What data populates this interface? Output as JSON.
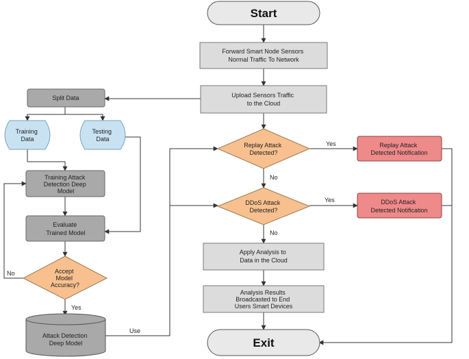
{
  "nodes": {
    "start": "Start",
    "forward": [
      "Forward Smart Node Sensors",
      "Normal Traffic To Network"
    ],
    "upload": [
      "Upload Sensors Traffic",
      "to the Cloud"
    ],
    "replay": [
      "Replay Attack",
      "Detected?"
    ],
    "replay_notify": [
      "Replay Attack",
      "Detected Notification"
    ],
    "ddos": [
      "DDoS Attack",
      "Detected?"
    ],
    "ddos_notify": [
      "DDoS Attack",
      "Detected Notification"
    ],
    "apply": [
      "Apply Analysis to",
      "Data in the Cloud"
    ],
    "results": [
      "Analysis Results",
      "Broadcasted to End",
      "Users Smart Devices"
    ],
    "exit": "Exit",
    "split": "Split Data",
    "training_data": [
      "Training",
      "Data"
    ],
    "testing_data": [
      "Testing",
      "Data"
    ],
    "train_model": [
      "Training Attack",
      "Detection Deep",
      "Model"
    ],
    "evaluate": [
      "Evaluate",
      "Trained Model"
    ],
    "accept": [
      "Accept",
      "Model",
      "Accuracy?"
    ],
    "deep_model": [
      "Attack Detection",
      "Deep Model"
    ]
  },
  "edges": {
    "yes_replay": "Yes",
    "no_replay": "No",
    "yes_ddos": "Yes",
    "no_ddos": "No",
    "no_accept": "No",
    "yes_accept": "Yes",
    "use": "Use"
  },
  "colors": {
    "terminal": "#e9e9e9",
    "process": "#dcdcdc",
    "dark_process": "#a9a9a9",
    "decision": "#f7c08e",
    "alert": "#ef8a8a",
    "data": "#c9e2f2",
    "line": "#333333"
  }
}
